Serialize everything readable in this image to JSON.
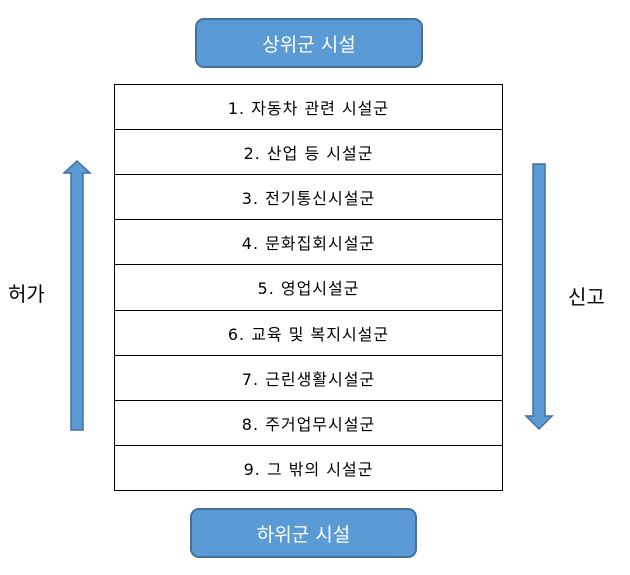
{
  "top_box": {
    "label": "상위군 시설"
  },
  "bottom_box": {
    "label": "하위군 시설"
  },
  "left_arrow": {
    "label": "허가",
    "direction": "up",
    "color": "#5b9bd5"
  },
  "right_arrow": {
    "label": "신고",
    "direction": "down",
    "color": "#5b9bd5"
  },
  "facility_groups": [
    "1. 자동차 관련 시설군",
    "2. 산업 등 시설군",
    "3. 전기통신시설군",
    "4. 문화집회시설군",
    "5. 영업시설군",
    "6. 교육 및 복지시설군",
    "7. 근린생활시설군",
    "8. 주거업무시설군",
    "9. 그 밖의 시설군"
  ]
}
